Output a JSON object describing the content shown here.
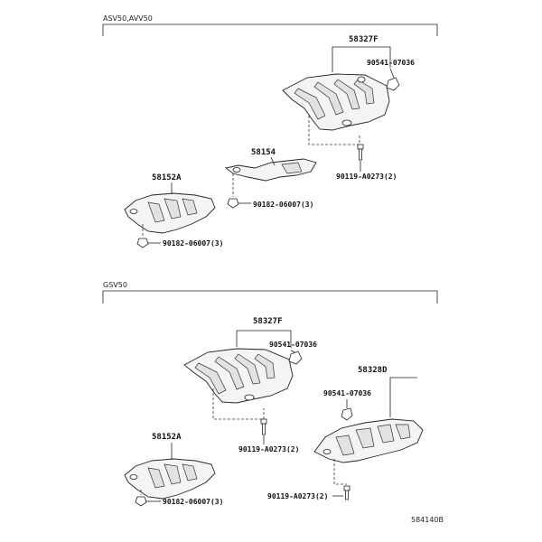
{
  "diagram": {
    "section_top": {
      "label": "ASV50,AVV50"
    },
    "section_bottom": {
      "label": "GSV50"
    },
    "top_parts": {
      "p58327f": "58327F",
      "p90541": "90541-07036",
      "p90119": "90119-A0273(2)",
      "p58154": "58154",
      "p90182a": "90182-06007(3)",
      "p58152a": "58152A",
      "p90182b": "90182-06007(3)"
    },
    "bottom_parts": {
      "p58327f": "58327F",
      "p90541a": "90541-07036",
      "p90119a": "90119-A0273(2)",
      "p58328d": "58328D",
      "p90541b": "90541-07036",
      "p90119b": "90119-A0273(2)",
      "p58152a": "58152A",
      "p90182": "90182-06007(3)"
    },
    "diagram_code": "584140B"
  }
}
